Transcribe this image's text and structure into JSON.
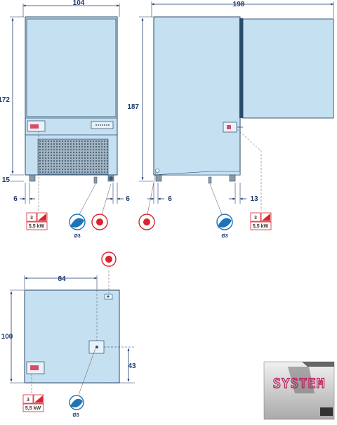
{
  "dimensions": {
    "front_width": "104",
    "side_width": "198",
    "front_height": "172",
    "side_height": "187",
    "front_foot_height": "15",
    "front_left_offset": "6",
    "front_right_offset": "6",
    "side_left_offset": "6",
    "side_right_offset": "13",
    "top_width": "84",
    "top_depth": "100",
    "top_offset": "43"
  },
  "electrical": {
    "phase": "3",
    "power_label_front": "5,5 kW",
    "power_label_side": "5,5 kW",
    "power_label_top": "5,5 kW"
  },
  "water": {
    "drain_label_front": "Ø3",
    "drain_label_side": "Ø3",
    "drain_label_top": "Ø3"
  },
  "logo": {
    "text": "SYSTEM"
  },
  "colors": {
    "cabinet": "#c5e0f0",
    "outline": "#2a4a6a",
    "dimension": "#1e3a6e",
    "connection_red": "#d9232d",
    "water_blue": "#1f73b7"
  }
}
